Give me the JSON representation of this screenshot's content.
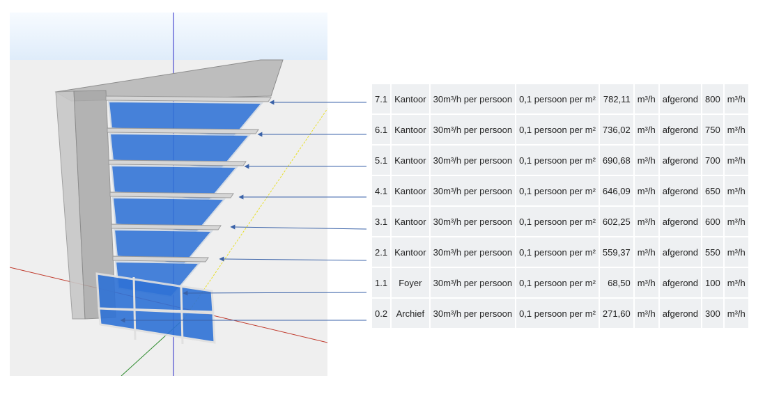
{
  "rows": [
    {
      "floor": "7.1",
      "room": "Kantoor",
      "rate": "30m³/h per persoon",
      "occupancy": "0,1 persoon per m²",
      "flow": "782,11",
      "unit": "m³/h",
      "rounded_label": "afgerond",
      "rounded": "800",
      "unit2": "m³/h"
    },
    {
      "floor": "6.1",
      "room": "Kantoor",
      "rate": "30m³/h per persoon",
      "occupancy": "0,1 persoon per m²",
      "flow": "736,02",
      "unit": "m³/h",
      "rounded_label": "afgerond",
      "rounded": "750",
      "unit2": "m³/h"
    },
    {
      "floor": "5.1",
      "room": "Kantoor",
      "rate": "30m³/h per persoon",
      "occupancy": "0,1 persoon per m²",
      "flow": "690,68",
      "unit": "m³/h",
      "rounded_label": "afgerond",
      "rounded": "700",
      "unit2": "m³/h"
    },
    {
      "floor": "4.1",
      "room": "Kantoor",
      "rate": "30m³/h per persoon",
      "occupancy": "0,1 persoon per m²",
      "flow": "646,09",
      "unit": "m³/h",
      "rounded_label": "afgerond",
      "rounded": "650",
      "unit2": "m³/h"
    },
    {
      "floor": "3.1",
      "room": "Kantoor",
      "rate": "30m³/h per persoon",
      "occupancy": "0,1 persoon per m²",
      "flow": "602,25",
      "unit": "m³/h",
      "rounded_label": "afgerond",
      "rounded": "600",
      "unit2": "m³/h"
    },
    {
      "floor": "2.1",
      "room": "Kantoor",
      "rate": "30m³/h per persoon",
      "occupancy": "0,1 persoon per m²",
      "flow": "559,37",
      "unit": "m³/h",
      "rounded_label": "afgerond",
      "rounded": "550",
      "unit2": "m³/h"
    },
    {
      "floor": "1.1",
      "room": "Foyer",
      "rate": "30m³/h per persoon",
      "occupancy": "0,1 persoon per m²",
      "flow": "68,50",
      "unit": "m³/h",
      "rounded_label": "afgerond",
      "rounded": "100",
      "unit2": "m³/h"
    },
    {
      "floor": "0.2",
      "room": "Archief",
      "rate": "30m³/h per persoon",
      "occupancy": "0,1 persoon per m²",
      "flow": "271,60",
      "unit": "m³/h",
      "rounded_label": "afgerond",
      "rounded": "300",
      "unit2": "m³/h"
    }
  ],
  "colors": {
    "room_blue": "#2f72d6",
    "arrow": "#3a62a8",
    "axis_red": "#c0392b",
    "axis_green": "#2e8b2e",
    "axis_blue": "#4a4ad0",
    "axis_yellow": "#e8e02a"
  }
}
